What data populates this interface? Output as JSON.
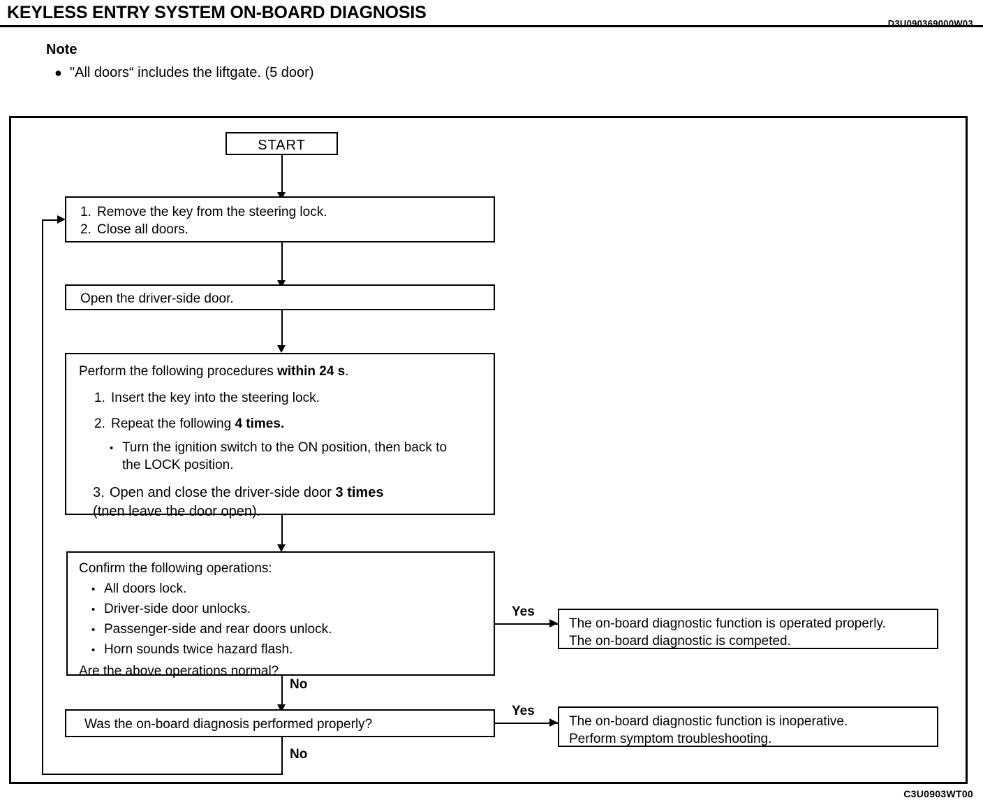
{
  "header": {
    "title": "KEYLESS ENTRY SYSTEM ON-BOARD DIAGNOSIS",
    "doc_code": "D3U090369000W03",
    "footer_code": "C3U0903WT00"
  },
  "note": {
    "heading": "Note",
    "bullet_glyph": "●",
    "items": [
      "\"All doors“ includes the liftgate. (5 door)"
    ]
  },
  "flowchart": {
    "start_box": {
      "label": "START"
    },
    "step1_box": {
      "lines": [
        {
          "num": "1.",
          "text": "Remove the key from the steering lock."
        },
        {
          "num": "2.",
          "text": "Close all doors."
        }
      ]
    },
    "step2_box": {
      "text": "Open the driver-side door."
    },
    "step3_box": {
      "intro_plain": "Perform the following procedures ",
      "intro_bold": "within 24 s",
      "intro_tail": ".",
      "item1_num": "1.",
      "item1_text": "Insert the key into the steering lock.",
      "item2_num": "2.",
      "item2_plain": "Repeat the following ",
      "item2_bold": "4 times",
      "item2_tail": ".",
      "item2_bullet_glyph": "•",
      "item2_sub_line1": "Turn the ignition switch to the ON position, then back to",
      "item2_sub_line2": "the LOCK position.",
      "item3_num": "3.",
      "item3_plain": "Open and close the driver-side door ",
      "item3_bold": "3 times",
      "item3_line2": "(tnen leave the door open)."
    },
    "confirm_box": {
      "intro": "Confirm the following operations:",
      "bullet_glyph": "•",
      "bullets": [
        "All doors lock.",
        "Driver-side door unlocks.",
        "Passenger-side and rear doors unlock.",
        "Horn sounds twice hazard flash."
      ],
      "question": "Are the above operations normal?"
    },
    "decision_box": {
      "text": "Was the on-board diagnosis performed properly?"
    },
    "result_ok_box": {
      "line1": "The on-board diagnostic function is operated properly.",
      "line2": "The on-board diagnostic is competed."
    },
    "result_fail_box": {
      "line1": "The on-board diagnostic function is inoperative.",
      "line2": "Perform symptom troubleshooting."
    },
    "branch_labels": {
      "yes_upper": "Yes",
      "no_upper": "No",
      "yes_lower": "Yes",
      "no_lower": "No"
    }
  }
}
